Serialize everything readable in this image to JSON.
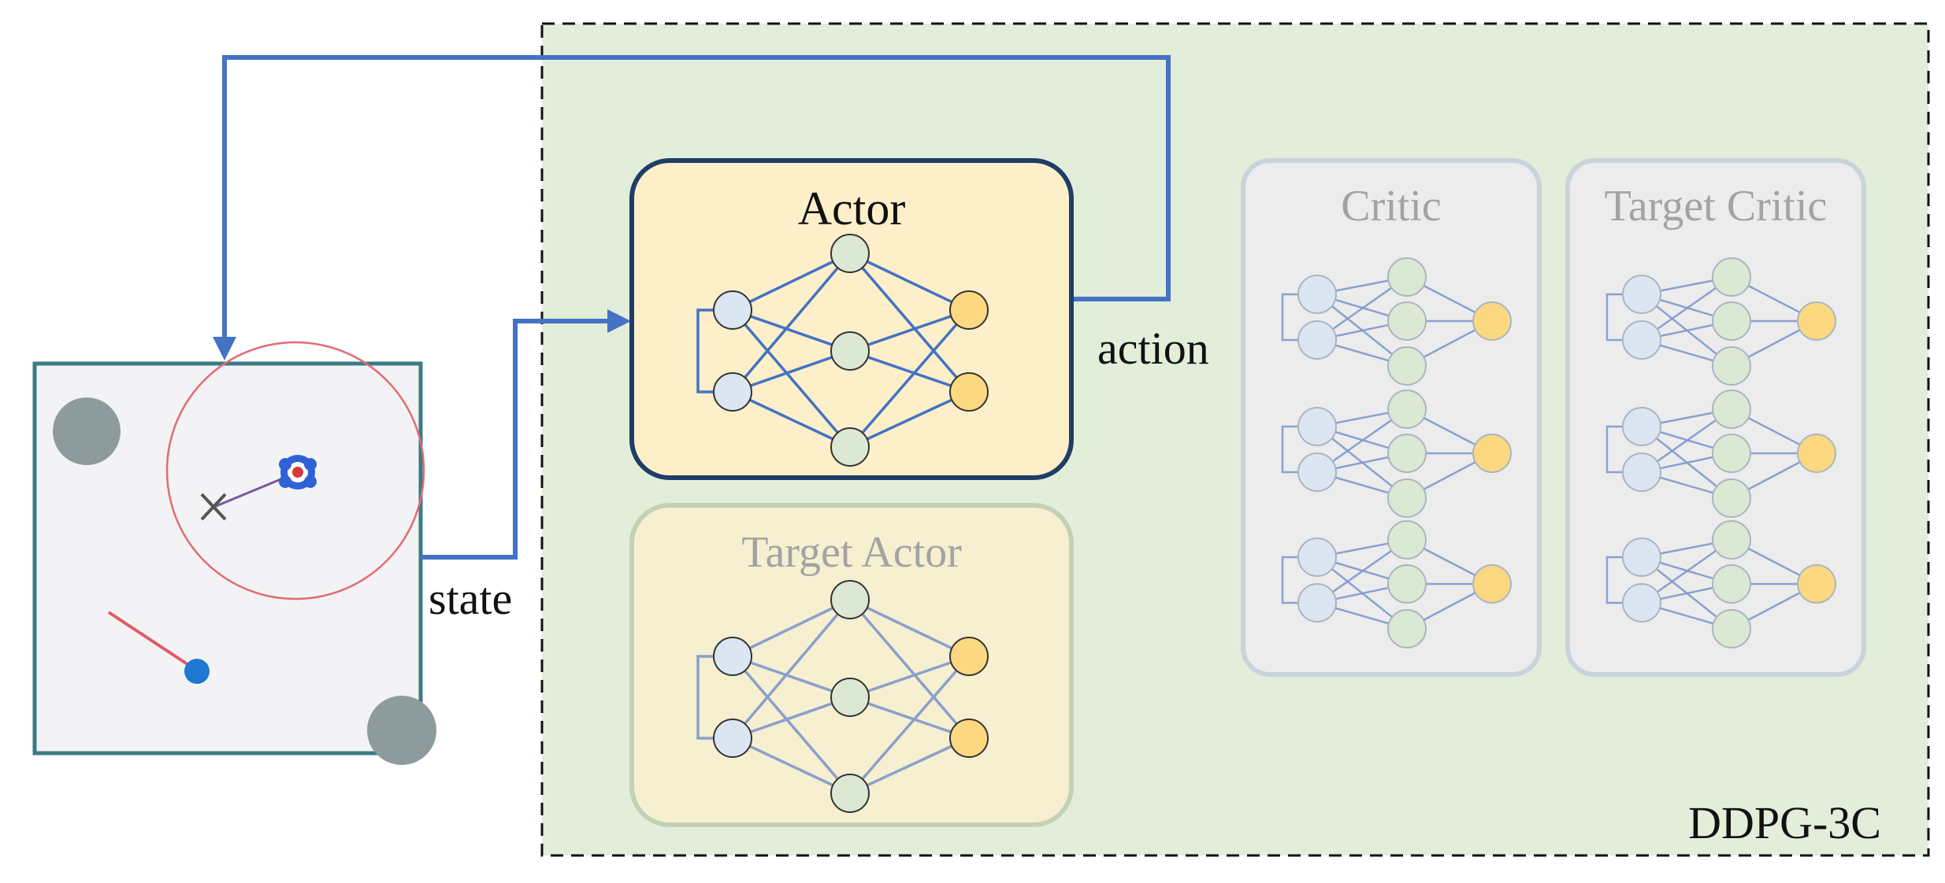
{
  "labels": {
    "actor": "Actor",
    "target_actor": "Target Actor",
    "critic": "Critic",
    "target_critic": "Target Critic",
    "state": "state",
    "action": "action",
    "framework": "DDPG-3C"
  },
  "colors": {
    "green_region": "#e2eed9",
    "actor_fill": "#fdefc9",
    "actor_border": "#1f3d66",
    "target_actor_fill": "#f6efd0",
    "target_actor_border": "#c3d1b6",
    "critic_fill": "#ececec",
    "critic_border": "#c9d3dc",
    "arrow_blue": "#4472c4",
    "input_node": "#dce6f2",
    "hidden_node": "#dbe8d4",
    "output_node": "#fcd880",
    "env_background": "#f3f3f5",
    "env_border": "#3a7b86",
    "obstacle": "#8e9b9c",
    "sensor_ring": "#e26c72"
  }
}
